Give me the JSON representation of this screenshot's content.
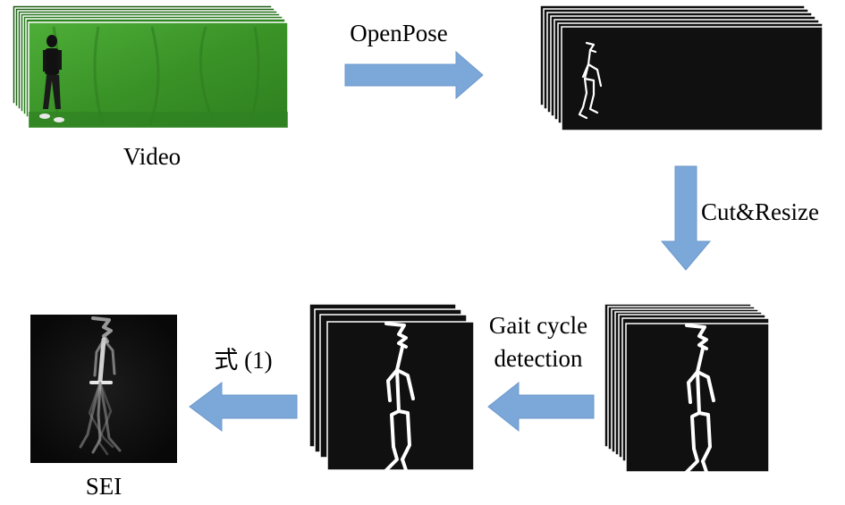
{
  "labels": {
    "video": "Video",
    "openpose": "OpenPose",
    "cut_resize": "Cut&Resize",
    "gait_cycle_line1": "Gait cycle",
    "gait_cycle_line2": "detection",
    "formula": "式 (1)",
    "sei": "SEI"
  },
  "colors": {
    "arrow": "#7ba7d9",
    "arrow_edge": "#6d98ca",
    "frame_black": "#101010",
    "frame_border": "#ffffff",
    "green_screen": "#3f9a2c",
    "skeleton": "#ffffff"
  },
  "icons": {
    "video_frames": "person-walking-green-screen-icon",
    "skeleton": "stick-figure-skeleton-icon"
  }
}
